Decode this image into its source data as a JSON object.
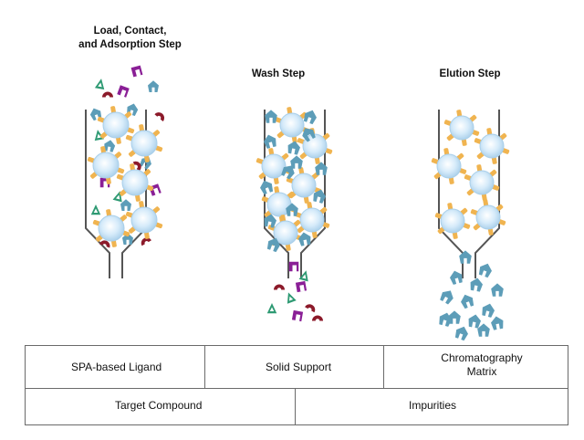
{
  "steps": {
    "load_title": "Load, Contact,\nand Adsorption Step",
    "wash_title": "Wash Step",
    "elution_title": "Elution Step"
  },
  "legend": {
    "ligand": "SPA-based Ligand",
    "support": "Solid Support",
    "matrix": "Chromatography\nMatrix",
    "target": "Target Compound",
    "impurities": "Impurities"
  },
  "colors": {
    "ligand": "#f0b450",
    "support_fill": "#d6ebfa",
    "support_edge": "#a9cfea",
    "target": "#5d9db8",
    "impurity_green": "#2e9a73",
    "impurity_purple": "#8a1f96",
    "impurity_red": "#8c1a2a",
    "column": "#555555",
    "legend_border": "#6a6a6a"
  }
}
